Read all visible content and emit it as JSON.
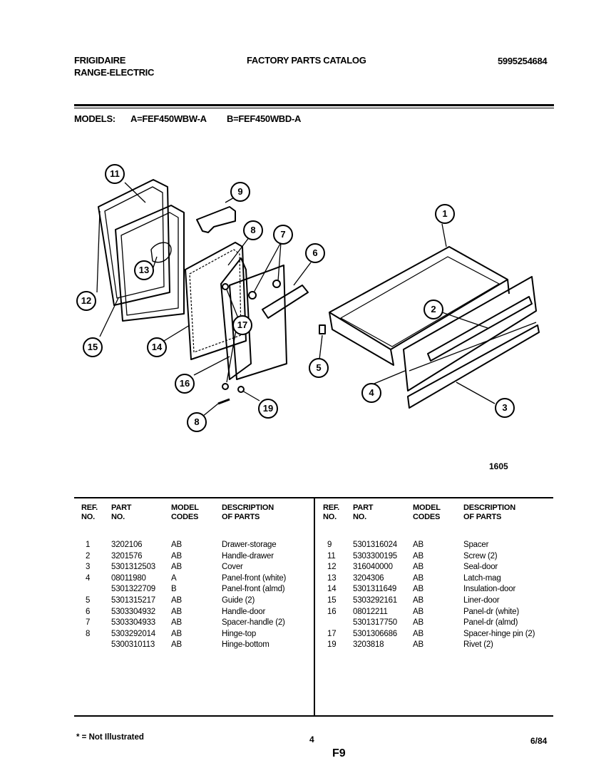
{
  "header": {
    "brand": "FRIGIDAIRE",
    "product": "RANGE-ELECTRIC",
    "catalog_title": "FACTORY PARTS CATALOG",
    "catalog_number": "5995254684"
  },
  "models": {
    "label": "MODELS:",
    "a": "A=FEF450WBW-A",
    "b": "B=FEF450WBD-A"
  },
  "diagram": {
    "figure_code": "1605",
    "callouts": [
      "1",
      "2",
      "3",
      "4",
      "5",
      "6",
      "7",
      "8",
      "9",
      "11",
      "12",
      "13",
      "14",
      "15",
      "16",
      "17",
      "8",
      "19"
    ]
  },
  "table": {
    "headers": {
      "ref": "REF.",
      "no": "NO.",
      "part": "PART",
      "partno": "NO.",
      "model": "MODEL",
      "codes": "CODES",
      "desc": "DESCRIPTION",
      "ofparts": "OF PARTS"
    },
    "left_rows": [
      {
        "ref": "1",
        "part": "3202106",
        "code": "AB",
        "desc": "Drawer-storage"
      },
      {
        "ref": "2",
        "part": "3201576",
        "code": "AB",
        "desc": "Handle-drawer"
      },
      {
        "ref": "3",
        "part": "5301312503",
        "code": "AB",
        "desc": "Cover"
      },
      {
        "ref": "4",
        "part": "08011980",
        "code": "A",
        "desc": "Panel-front (white)"
      },
      {
        "ref": "",
        "part": "5301322709",
        "code": "B",
        "desc": "Panel-front (almd)"
      },
      {
        "ref": "5",
        "part": "5301315217",
        "code": "AB",
        "desc": "Guide (2)"
      },
      {
        "ref": "6",
        "part": "5303304932",
        "code": "AB",
        "desc": "Handle-door"
      },
      {
        "ref": "7",
        "part": "5303304933",
        "code": "AB",
        "desc": "Spacer-handle (2)"
      },
      {
        "ref": "8",
        "part": "5303292014",
        "code": "AB",
        "desc": "Hinge-top"
      },
      {
        "ref": "",
        "part": "5300310113",
        "code": "AB",
        "desc": "Hinge-bottom"
      }
    ],
    "right_rows": [
      {
        "ref": "9",
        "part": "5301316024",
        "code": "AB",
        "desc": "Spacer"
      },
      {
        "ref": "11",
        "part": "5303300195",
        "code": "AB",
        "desc": "Screw (2)"
      },
      {
        "ref": "12",
        "part": "316040000",
        "code": "AB",
        "desc": "Seal-door"
      },
      {
        "ref": "13",
        "part": "3204306",
        "code": "AB",
        "desc": "Latch-mag"
      },
      {
        "ref": "14",
        "part": "5301311649",
        "code": "AB",
        "desc": "Insulation-door"
      },
      {
        "ref": "15",
        "part": "5303292161",
        "code": "AB",
        "desc": "Liner-door"
      },
      {
        "ref": "16",
        "part": "08012211",
        "code": "AB",
        "desc": "Panel-dr (white)"
      },
      {
        "ref": "",
        "part": "5301317750",
        "code": "AB",
        "desc": "Panel-dr (almd)"
      },
      {
        "ref": "17",
        "part": "5301306686",
        "code": "AB",
        "desc": "Spacer-hinge pin (2)"
      },
      {
        "ref": "19",
        "part": "3203818",
        "code": "AB",
        "desc": "Rivet (2)"
      }
    ]
  },
  "footer": {
    "note": "* = Not Illustrated",
    "page": "4",
    "date": "6/84",
    "section": "F9"
  }
}
